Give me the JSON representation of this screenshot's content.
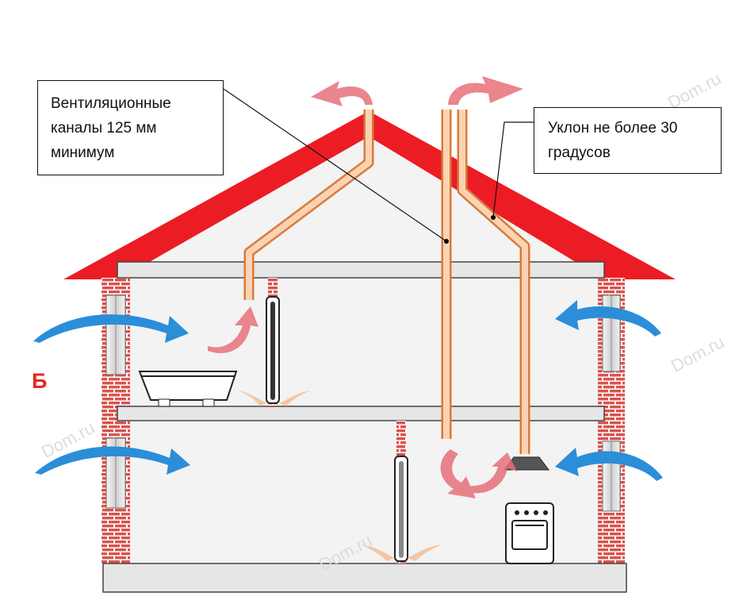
{
  "callouts": {
    "ducts": "Вентиляционные\nканалы 125 мм\nминимум",
    "slope": "Уклон не более 30\nградусов"
  },
  "floor_label": "Б",
  "watermark": "Dom.ru",
  "colors": {
    "roof": "#ec1c24",
    "duct": "#f7a15e",
    "brick": "#d9534f",
    "cold_air": "#2b8ed8",
    "warm_air": "#e8707a",
    "heat": "#f3c7a5",
    "slab": "#e4e4e4"
  }
}
